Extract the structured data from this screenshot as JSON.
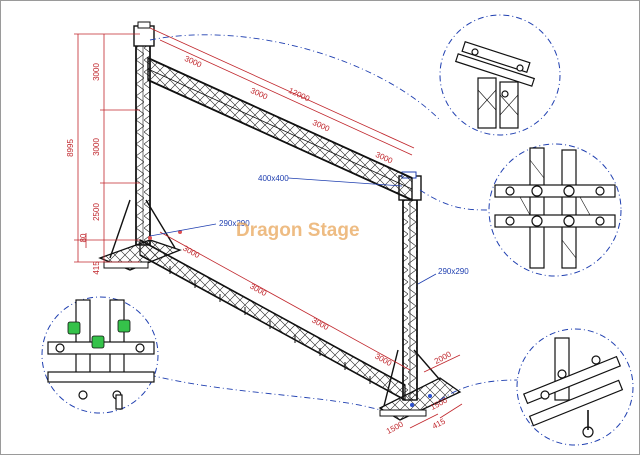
{
  "watermark": "Dragon Stage",
  "dims": {
    "total_height": "8995",
    "h_seg_top": "3000",
    "h_seg_mid": "3000",
    "h_seg_low": "2500",
    "h_seg_80": "80",
    "h_base": "415",
    "span_total": "12000",
    "top_seg_1": "3000",
    "top_seg_2": "3000",
    "top_seg_3": "3000",
    "top_seg_4": "3000",
    "bot_seg_1": "3000",
    "bot_seg_2": "3000",
    "bot_seg_3": "3000",
    "bot_seg_4": "3000",
    "base_depth": "2000",
    "base_w1": "1500",
    "base_w2": "1500",
    "base_415": "415"
  },
  "labels": {
    "truss_top": "400x400",
    "truss_left": "290x290",
    "truss_right": "290x290"
  },
  "colors": {
    "dimension": "#c0262c",
    "label": "#1f3fb0",
    "watermark": "#e8a55a",
    "accent_green": "#35c24a"
  }
}
